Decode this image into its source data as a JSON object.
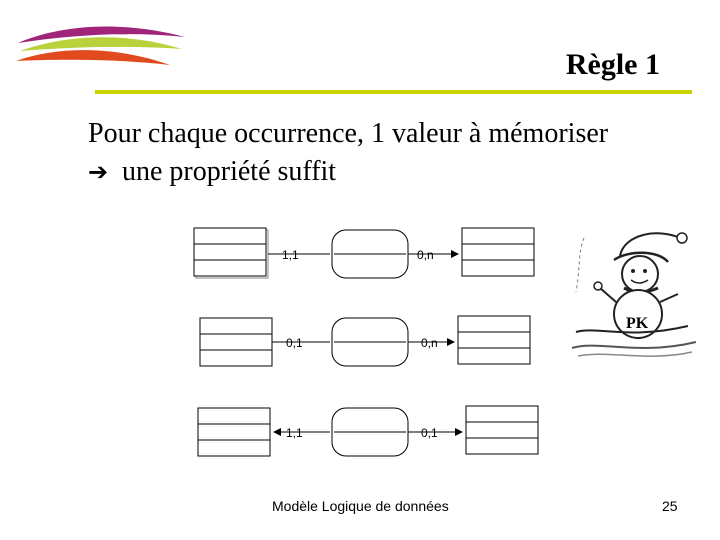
{
  "title": "Règle 1",
  "body": {
    "line1": "Pour chaque occurrence, 1 valeur à mémoriser",
    "line2": "une propriété suffit",
    "arrow_icon": "right-arrow-icon"
  },
  "diagram": {
    "rows": [
      {
        "left_card": "1,1",
        "right_card": "0,n"
      },
      {
        "left_card": "0,1",
        "right_card": "0,n"
      },
      {
        "left_card": "1,1",
        "right_card": "0,1"
      }
    ]
  },
  "illustration": {
    "label": "PK"
  },
  "footer": {
    "center": "Modèle Logique de données",
    "page": "25"
  },
  "colors": {
    "accent": "#c8d400",
    "logo_purple": "#a0257a",
    "logo_red": "#e04a1e",
    "logo_green": "#b9d13a"
  }
}
